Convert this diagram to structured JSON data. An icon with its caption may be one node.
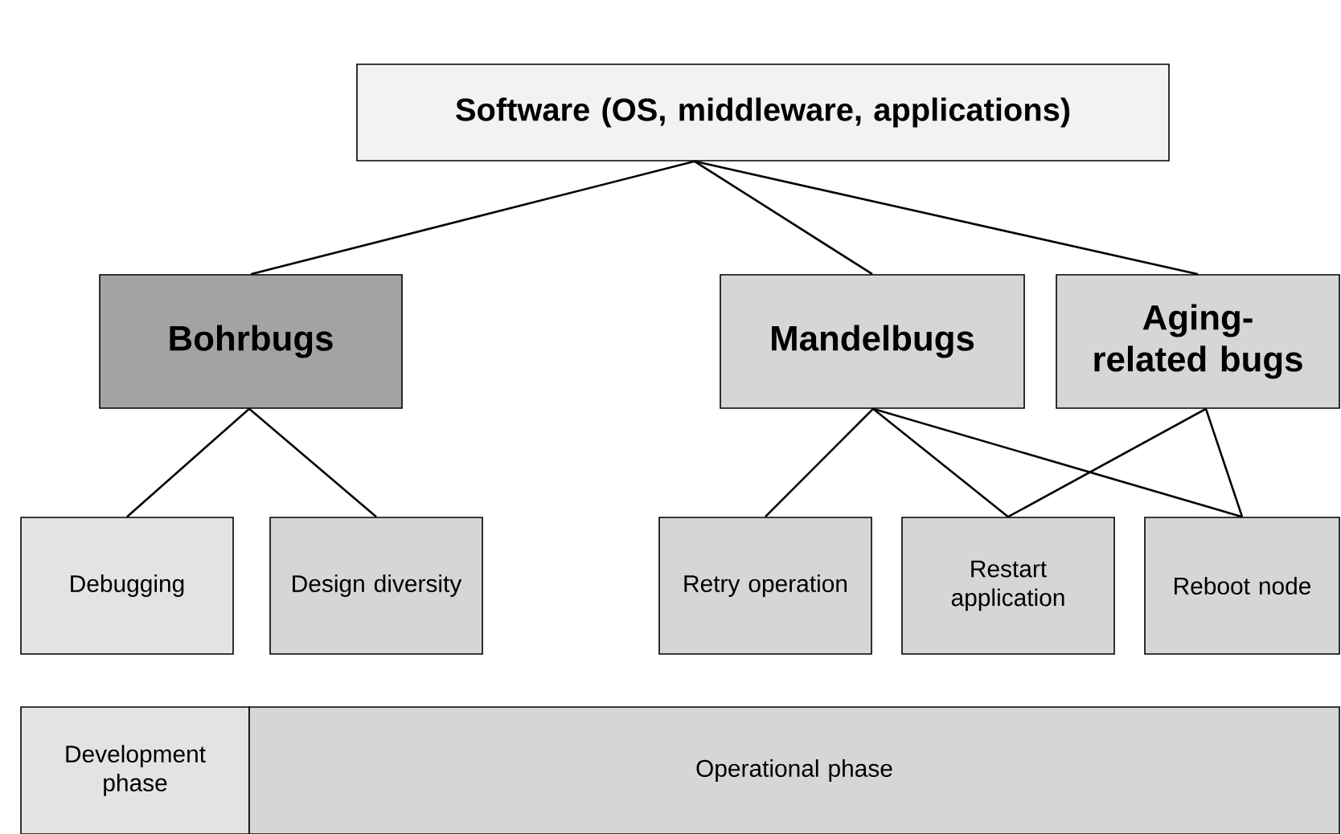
{
  "diagram": {
    "nodes": [
      {
        "text": [
          "Software (OS, middleware, applications)"
        ]
      },
      {
        "text": [
          "Bohrbugs"
        ]
      },
      {
        "text": [
          "Mandelbugs"
        ]
      },
      {
        "text": [
          "Aging-related bugs"
        ]
      },
      {
        "text": [
          "Debugging"
        ]
      },
      {
        "text": [
          "Design diversity"
        ]
      },
      {
        "text": [
          "Retry operation"
        ]
      },
      {
        "text": [
          "Restart application"
        ]
      },
      {
        "text": [
          "Reboot node"
        ]
      },
      {
        "text": [
          "Development phase"
        ]
      },
      {
        "text": [
          "Operational phase"
        ]
      }
    ],
    "edges": [
      {
        "from": 0,
        "to": 1,
        "arrow": "none"
      },
      {
        "from": 0,
        "to": 2,
        "arrow": "none"
      },
      {
        "from": 0,
        "to": 3,
        "arrow": "none"
      },
      {
        "from": 1,
        "to": 4,
        "arrow": "none"
      },
      {
        "from": 1,
        "to": 5,
        "arrow": "none"
      },
      {
        "from": 2,
        "to": 6,
        "arrow": "none"
      },
      {
        "from": 2,
        "to": 7,
        "arrow": "none"
      },
      {
        "from": 2,
        "to": 8,
        "arrow": "none"
      },
      {
        "from": 3,
        "to": 7,
        "arrow": "none"
      },
      {
        "from": 3,
        "to": 8,
        "arrow": "none"
      }
    ]
  }
}
